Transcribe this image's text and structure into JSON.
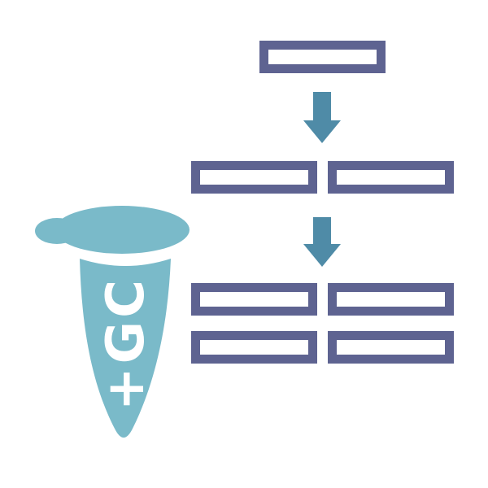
{
  "tube": {
    "label": "+GC"
  },
  "colors": {
    "fragment_outline": "#5e6391",
    "arrow": "#4f8ba7",
    "tube": "#7abac9",
    "tube_label": "#ffffff",
    "background": "#ffffff"
  },
  "diagram": {
    "type": "pcr-amplification-flow",
    "generations": [
      {
        "fragments": 1
      },
      {
        "fragments": 2
      },
      {
        "fragments": 4
      }
    ],
    "arrows": 2
  }
}
